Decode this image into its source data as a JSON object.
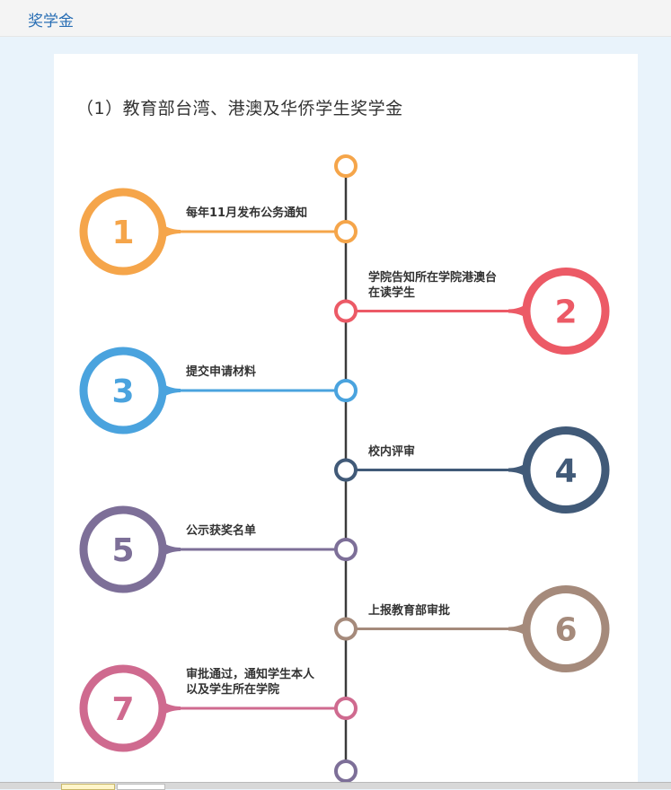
{
  "header": {
    "title": "奖学金"
  },
  "section": {
    "heading": "（1）教育部台湾、港澳及华侨学生奖学金"
  },
  "steps": [
    {
      "number": "1",
      "lines": [
        "每年11月发布公务通知"
      ],
      "color": "#f5a54a"
    },
    {
      "number": "2",
      "lines": [
        "学院告知所在学院港澳台",
        "在读学生"
      ],
      "color": "#ec5a66"
    },
    {
      "number": "3",
      "lines": [
        "提交申请材料"
      ],
      "color": "#4aa3de"
    },
    {
      "number": "4",
      "lines": [
        "校内评审"
      ],
      "color": "#415a78"
    },
    {
      "number": "5",
      "lines": [
        "公示获奖名单"
      ],
      "color": "#7d6f98"
    },
    {
      "number": "6",
      "lines": [
        "上报教育部审批"
      ],
      "color": "#a58a7b"
    },
    {
      "number": "7",
      "lines": [
        "审批通过，通知学生本人",
        "以及学生所在学院"
      ],
      "color": "#cf6a8f"
    }
  ],
  "timeline": {
    "top_node_color": "#f5a54a",
    "bottom_node_color": "#7d6f98",
    "line_color": "#3a3a3a"
  }
}
